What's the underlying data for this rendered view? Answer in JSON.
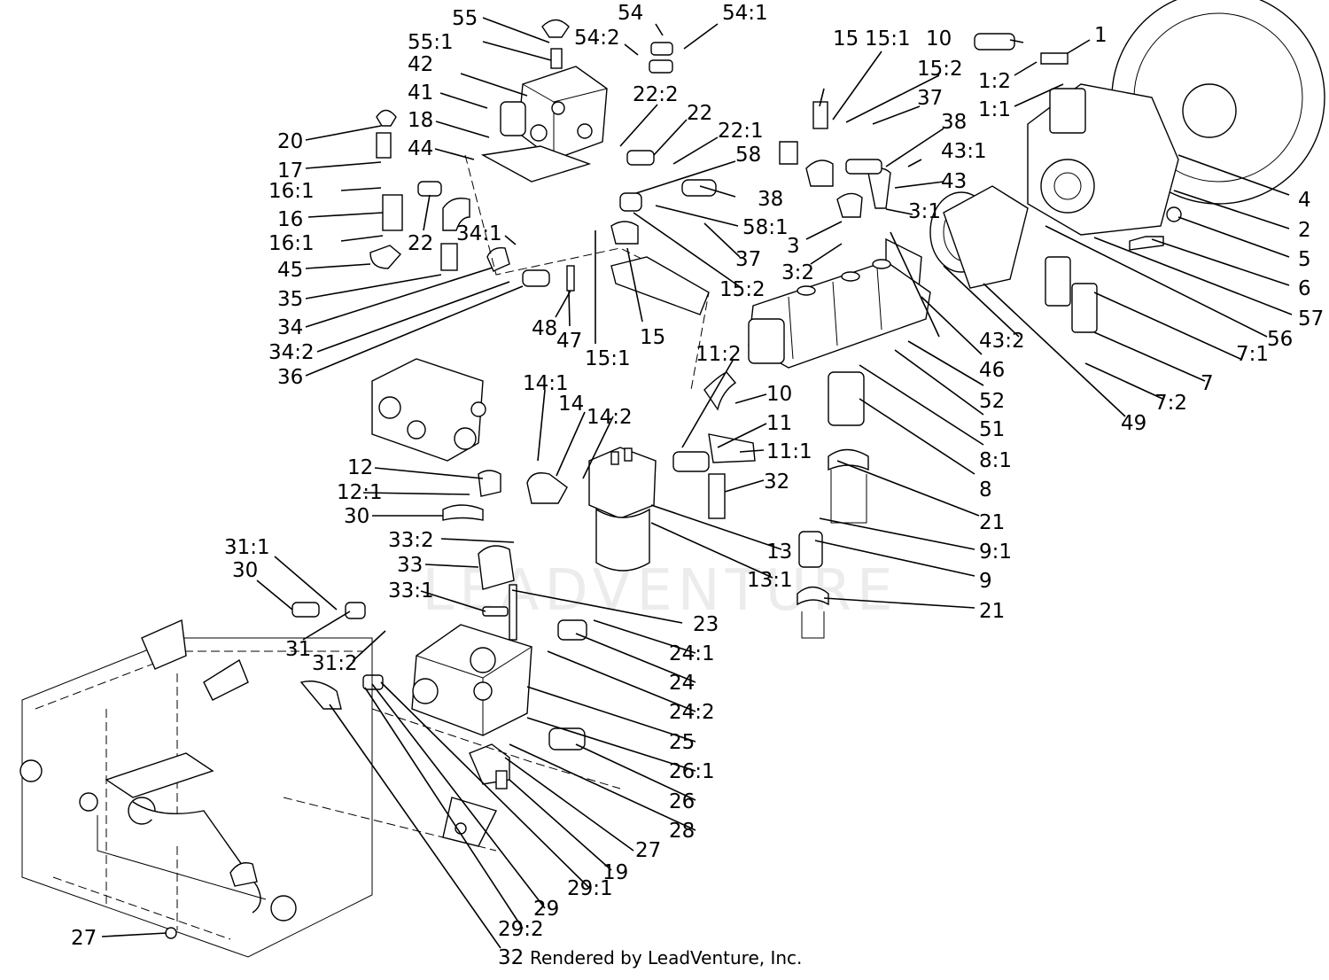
{
  "diagram": {
    "footer": "Rendered by LeadVenture, Inc.",
    "watermark": "LEADVENTURE",
    "labels": [
      "1",
      "1:1",
      "1:2",
      "2",
      "3",
      "3:1",
      "3:2",
      "4",
      "5",
      "6",
      "7",
      "7:1",
      "7:2",
      "8",
      "8:1",
      "9",
      "9:1",
      "10",
      "10",
      "11",
      "11:1",
      "11:2",
      "12",
      "12:1",
      "13",
      "13:1",
      "14",
      "14:1",
      "14:2",
      "15",
      "15",
      "15:1",
      "15:1",
      "15:2",
      "15:2",
      "16",
      "16:1",
      "16:1",
      "17",
      "18",
      "19",
      "20",
      "21",
      "21",
      "22",
      "22",
      "22:1",
      "22:2",
      "23",
      "24",
      "24:1",
      "24:2",
      "25",
      "26",
      "26:1",
      "27",
      "27",
      "28",
      "29",
      "29:1",
      "29:2",
      "30",
      "30",
      "31",
      "31:1",
      "31:2",
      "32",
      "32",
      "33",
      "33:1",
      "33:2",
      "34",
      "34:1",
      "34:2",
      "35",
      "36",
      "37",
      "37",
      "38",
      "38",
      "41",
      "42",
      "43",
      "43:1",
      "43:2",
      "44",
      "45",
      "46",
      "47",
      "48",
      "49",
      "51",
      "52",
      "54",
      "54:1",
      "54:2",
      "55",
      "55:1",
      "56",
      "57",
      "58",
      "58:1"
    ]
  }
}
